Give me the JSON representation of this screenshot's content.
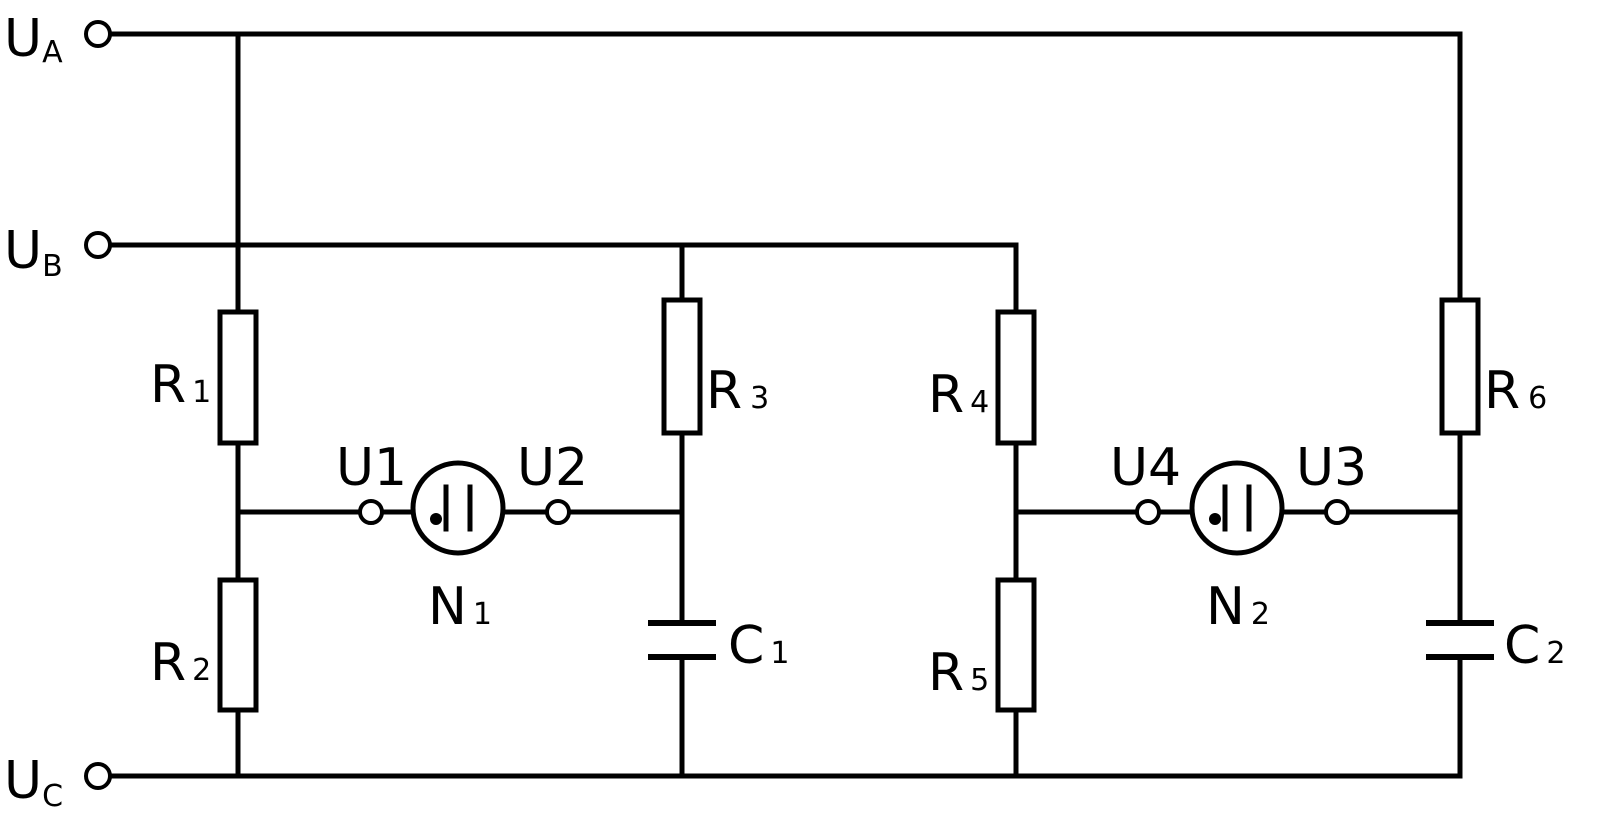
{
  "terminals": {
    "ua": {
      "main": "U",
      "sub": "A"
    },
    "ub": {
      "main": "U",
      "sub": "B"
    },
    "uc": {
      "main": "U",
      "sub": "C"
    }
  },
  "resistors": {
    "r1": {
      "main": "R",
      "sub": "1"
    },
    "r2": {
      "main": "R",
      "sub": "2"
    },
    "r3": {
      "main": "R",
      "sub": "3"
    },
    "r4": {
      "main": "R",
      "sub": "4"
    },
    "r5": {
      "main": "R",
      "sub": "5"
    },
    "r6": {
      "main": "R",
      "sub": "6"
    }
  },
  "capacitors": {
    "c1": {
      "main": "C",
      "sub": "1"
    },
    "c2": {
      "main": "C",
      "sub": "2"
    }
  },
  "lamps": {
    "n1": {
      "main": "N",
      "sub": "1"
    },
    "n2": {
      "main": "N",
      "sub": "2"
    }
  },
  "nodes": {
    "u1": "U1",
    "u2": "U2",
    "u3": "U3",
    "u4": "U4"
  }
}
